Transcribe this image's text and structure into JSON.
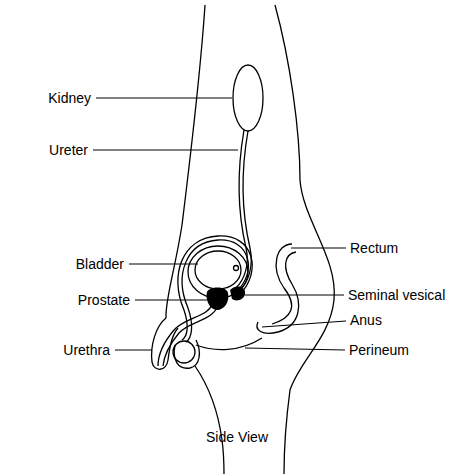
{
  "diagram": {
    "caption": "Side View",
    "labels": [
      "Kidney",
      "Ureter",
      "Bladder",
      "Prostate",
      "Urethra",
      "Rectum",
      "Seminal vesical",
      "Anus",
      "Perineum"
    ]
  }
}
